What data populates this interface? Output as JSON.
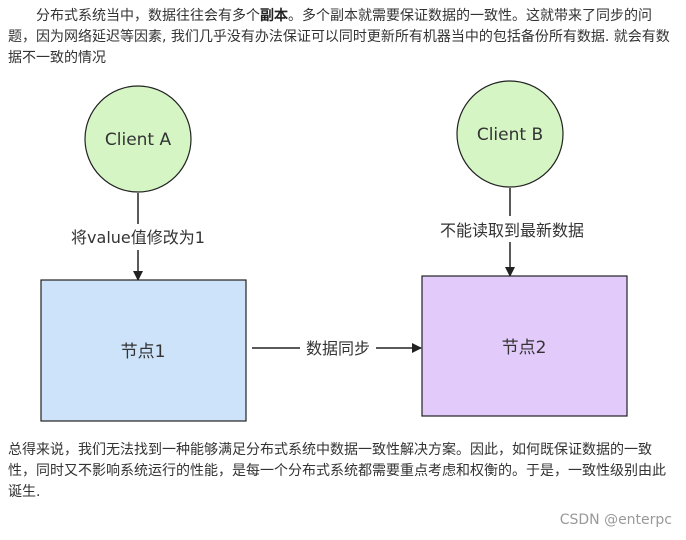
{
  "intro": {
    "text_before_bold": "分布式系统当中，数据往往会有多个",
    "bold_text": "副本",
    "text_after_bold": "。多个副本就需要保证数据的一致性。这就带来了同步的问题，因为网络延迟等因素, 我们几乎没有办法保证可以同时更新所有机器当中的包括备份所有数据. 就会有数据不一致的情况"
  },
  "diagram": {
    "client_a": "Client A",
    "client_b": "Client B",
    "label_a": "将value值修改为1",
    "label_b": "不能读取到最新数据",
    "node1": "节点1",
    "node2": "节点2",
    "sync_label": "数据同步",
    "colors": {
      "client_fill": "#d5f5c5",
      "client_stroke": "#222222",
      "node1_fill": "#cce3fa",
      "node2_fill": "#e2cbfb",
      "node_stroke": "#222222",
      "arrow": "#222222"
    }
  },
  "conclusion": {
    "text": "总得来说，我们无法找到一种能够满足分布式系统中数据一致性解决方案。因此，如何既保证数据的一致性，同时又不影响系统运行的性能，是每一个分布式系统都需要重点考虑和权衡的。于是，一致性级别由此诞生."
  },
  "watermark": "CSDN @enterpc"
}
